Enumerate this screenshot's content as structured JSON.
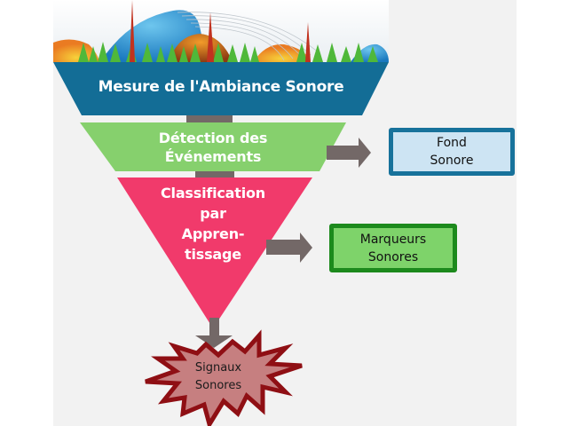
{
  "title": "Mesure de l'Ambiance Sonore",
  "funnel": {
    "levels": [
      {
        "label": "Mesure de l'Ambiance Sonore",
        "color": "#136d96"
      },
      {
        "label_lines": [
          "Détection des",
          "Événements"
        ],
        "color": "#86d06d"
      },
      {
        "label_lines": [
          "Classification",
          "par",
          "Appren-",
          "tissage"
        ],
        "color": "#f13a6b"
      }
    ],
    "connector_color": "#736867"
  },
  "outputs": {
    "fond": {
      "label_lines": [
        "Fond",
        "Sonore"
      ],
      "border": "#17729b",
      "fill": "#cde4f3"
    },
    "marqueurs": {
      "label_lines": [
        "Marqueurs",
        "Sonores"
      ],
      "border": "#1d8a1d",
      "fill": "#7ed36a"
    },
    "signaux": {
      "label_lines": [
        "Signaux",
        "Sonores"
      ],
      "border": "#8f0f14",
      "fill": "#c67f80"
    }
  },
  "banner": {
    "description": "colorful sound waveform landscape banner"
  }
}
